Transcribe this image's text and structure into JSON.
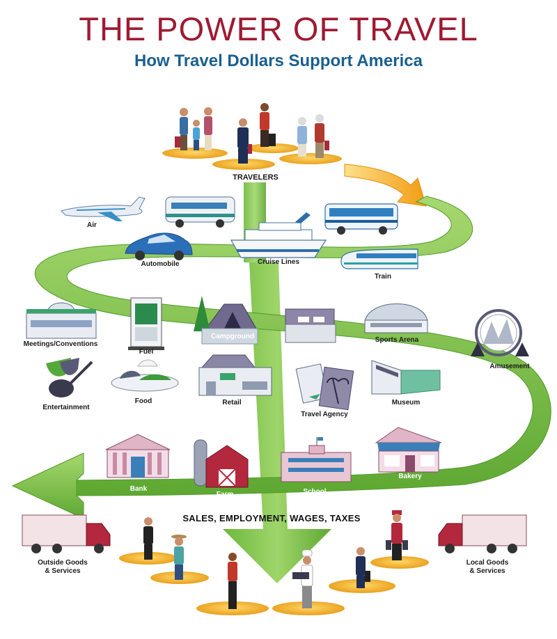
{
  "title": "THE POWER OF TRAVEL",
  "subtitle": "How Travel Dollars Support America",
  "colors": {
    "title": "#9e1b32",
    "subtitle": "#1a5f8f",
    "arrow_green": "#79c04a",
    "arrow_orange": "#f3a81d",
    "platform": "#f6b93b"
  },
  "labels": {
    "travelers": "TRAVELERS",
    "air": "Air",
    "rv": "RV",
    "motor_coach": "Motor Coach",
    "automobile": "Automobile",
    "cruise_lines": "Cruise Lines",
    "train": "Train",
    "meetings": "Meetings/Conventions",
    "fuel": "Fuel",
    "campground": "Campground",
    "lodging": "Lodging",
    "sports_arena": "Sports Arena",
    "amusement": "Amusement",
    "entertainment": "Entertainment",
    "food": "Food",
    "retail": "Retail",
    "travel_agency": "Travel Agency",
    "museum": "Museum",
    "bank": "Bank",
    "farm": "Farm",
    "school": "School",
    "bakery": "Bakery",
    "sales": "SALES, EMPLOYMENT, WAGES, TAXES",
    "outside_goods": "Outside Goods\n& Services",
    "local_goods": "Local Goods\n& Services"
  }
}
